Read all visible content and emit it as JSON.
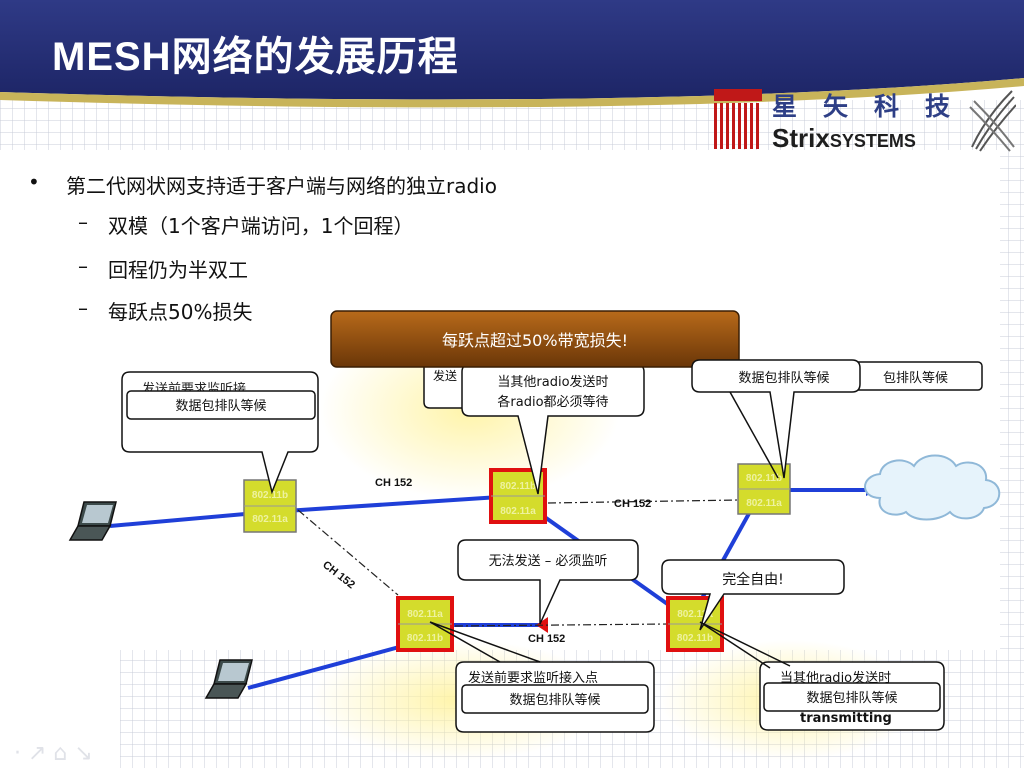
{
  "slide": {
    "title": "MESH网络的发展历程"
  },
  "logo": {
    "cn_text": "星矢科技",
    "en_main": "Strix",
    "en_sub": "SYSTEMS"
  },
  "bullets": {
    "main": "第二代网状网支持适于客户端与网络的独立radio",
    "main_marker": "•",
    "sub_marker": "–",
    "subs": [
      "双模（1个客户端访问，1个回程）",
      "回程仍为半双工",
      "每跃点50%损失"
    ]
  },
  "diagram": {
    "banner": "每跃点超过50%带宽损失!",
    "channel_label": "CH 152",
    "callouts": {
      "queue": "数据包排队等候",
      "wait_line1": "当其他radio发送时",
      "wait_line2": "各radio都必须等待",
      "cannot_send": "无法发送 – 必须监听",
      "free": "完全自由!",
      "request_listen": "发送前要求监听接入点",
      "request_listen_short": "发送前要求监听接",
      "partial_send": "发送",
      "partial_queue": "包排队等候",
      "partial_radio": "当其他radio发送时",
      "partial_transmit": "transmitting"
    },
    "node_labels": {
      "b": "802.11b",
      "a": "802.11a"
    },
    "colors": {
      "header_navy": "#2a3478",
      "header_gold": "#c8b45a",
      "banner_brown": "#8a4a0c",
      "node_yellow": "#d4dc2c",
      "node_red": "#e01010",
      "link_blue": "#1f3fd8"
    }
  }
}
